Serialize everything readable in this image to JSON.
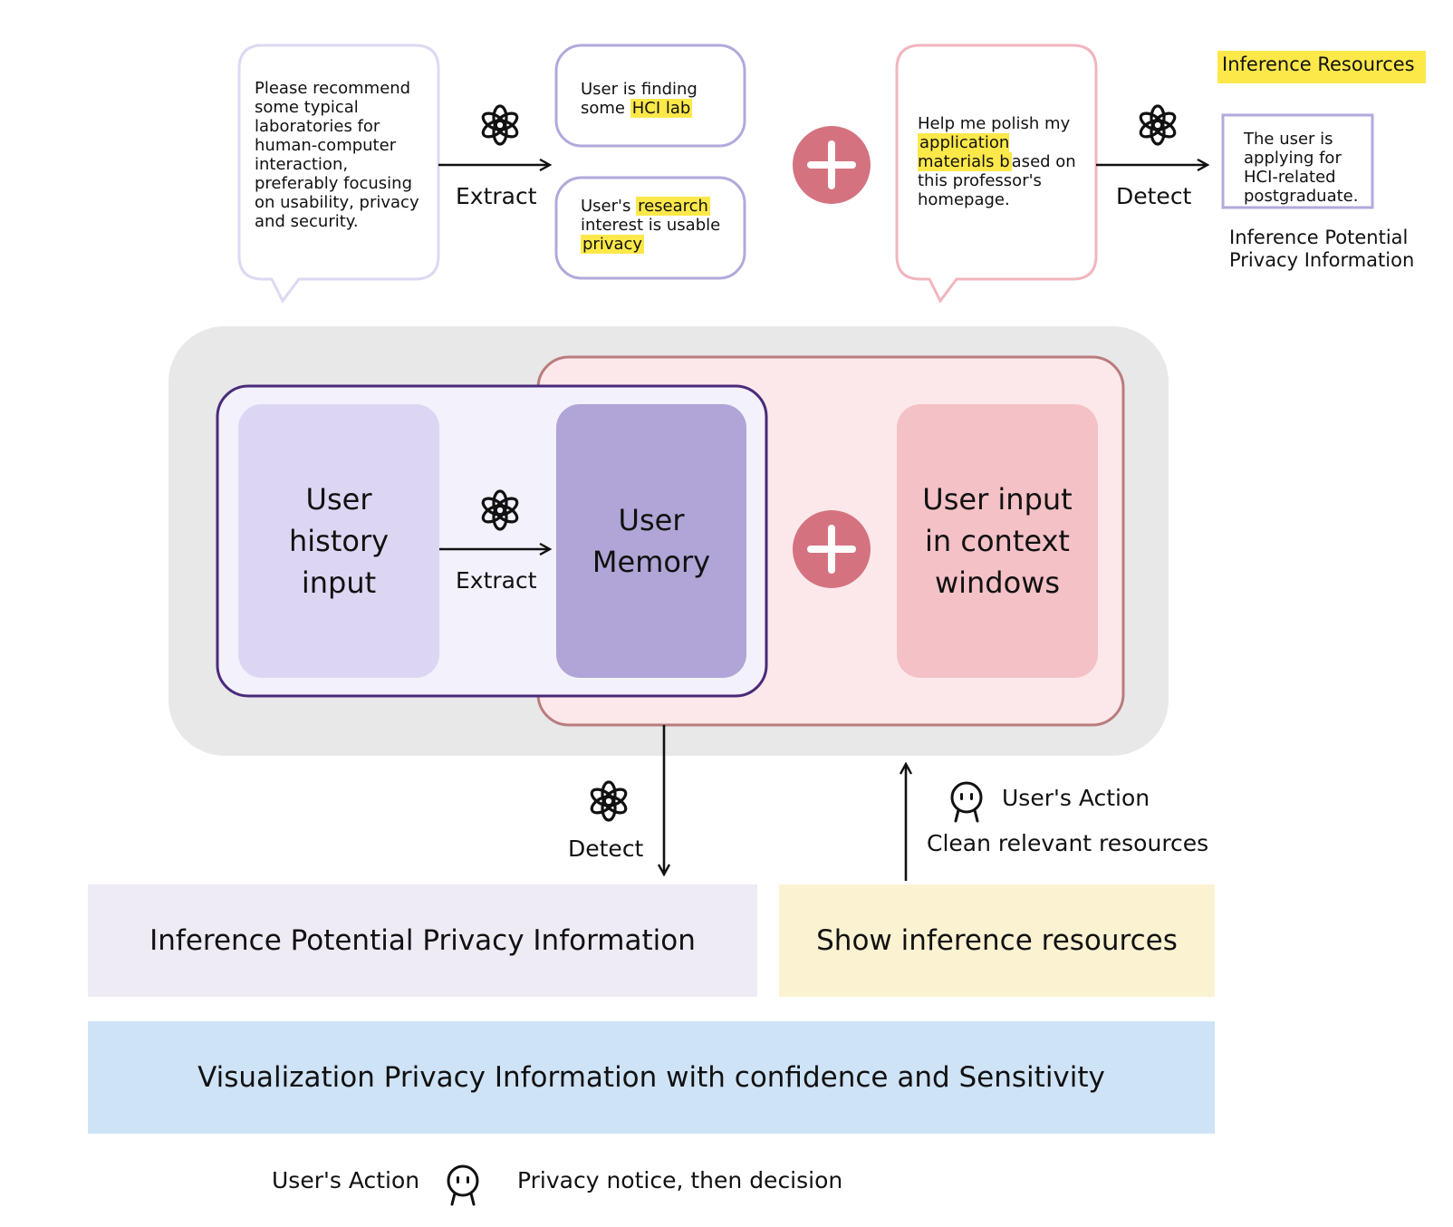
{
  "top": {
    "query_bubble": "Please recommend some typical laboratories for human-computer interaction, preferably focusing on usability, privacy and security.",
    "extract_label": "Extract",
    "memory1": {
      "prefix": "User is finding some ",
      "highlight": "HCI lab"
    },
    "memory2": {
      "prefix": "User's ",
      "highlight1": "research",
      "middle": " interest is usable ",
      "highlight2": "privacy"
    },
    "request_bubble": {
      "prefix": "Help me polish my ",
      "highlight": "application materials b",
      "suffix": "ased on this professor's homepage."
    },
    "detect_label": "Detect",
    "inference_resources_title": "Inference Resources",
    "inference_box": "The user is applying for HCI-related postgraduate.",
    "inference_caption": "Inference Potential Privacy  Information"
  },
  "middle": {
    "history": "User history input",
    "extract_label": "Extract",
    "memory": "User Memory",
    "context": "User input in context windows"
  },
  "lower": {
    "detect_label": "Detect",
    "user_action_label": "User's Action",
    "clean_label": "Clean  relevant resources",
    "inference_bar": "Inference Potential Privacy  Information",
    "show_bar": "Show inference resources",
    "viz_bar": "Visualization Privacy  Information with confidence and Sensitivity"
  },
  "footer": {
    "user_action_label": "User's Action",
    "decision_label": "Privacy notice, then decision"
  },
  "colors": {
    "lavender_border": "#b2a9dc",
    "pink_border": "#f2b5bf",
    "plus_circle": "#d4737f",
    "highlight": "#fde84a",
    "outer_gray": "#e8e8e8",
    "pink_panel": "#fce8ea",
    "purple_panel": "#f3f1fb",
    "history_box": "#ddd6f3",
    "memory_box": "#b0a5d6",
    "context_box": "#f4c1c6",
    "inference_bar": "#eeebf5",
    "show_bar": "#fbf2d2",
    "viz_bar": "#cfe3f7"
  }
}
